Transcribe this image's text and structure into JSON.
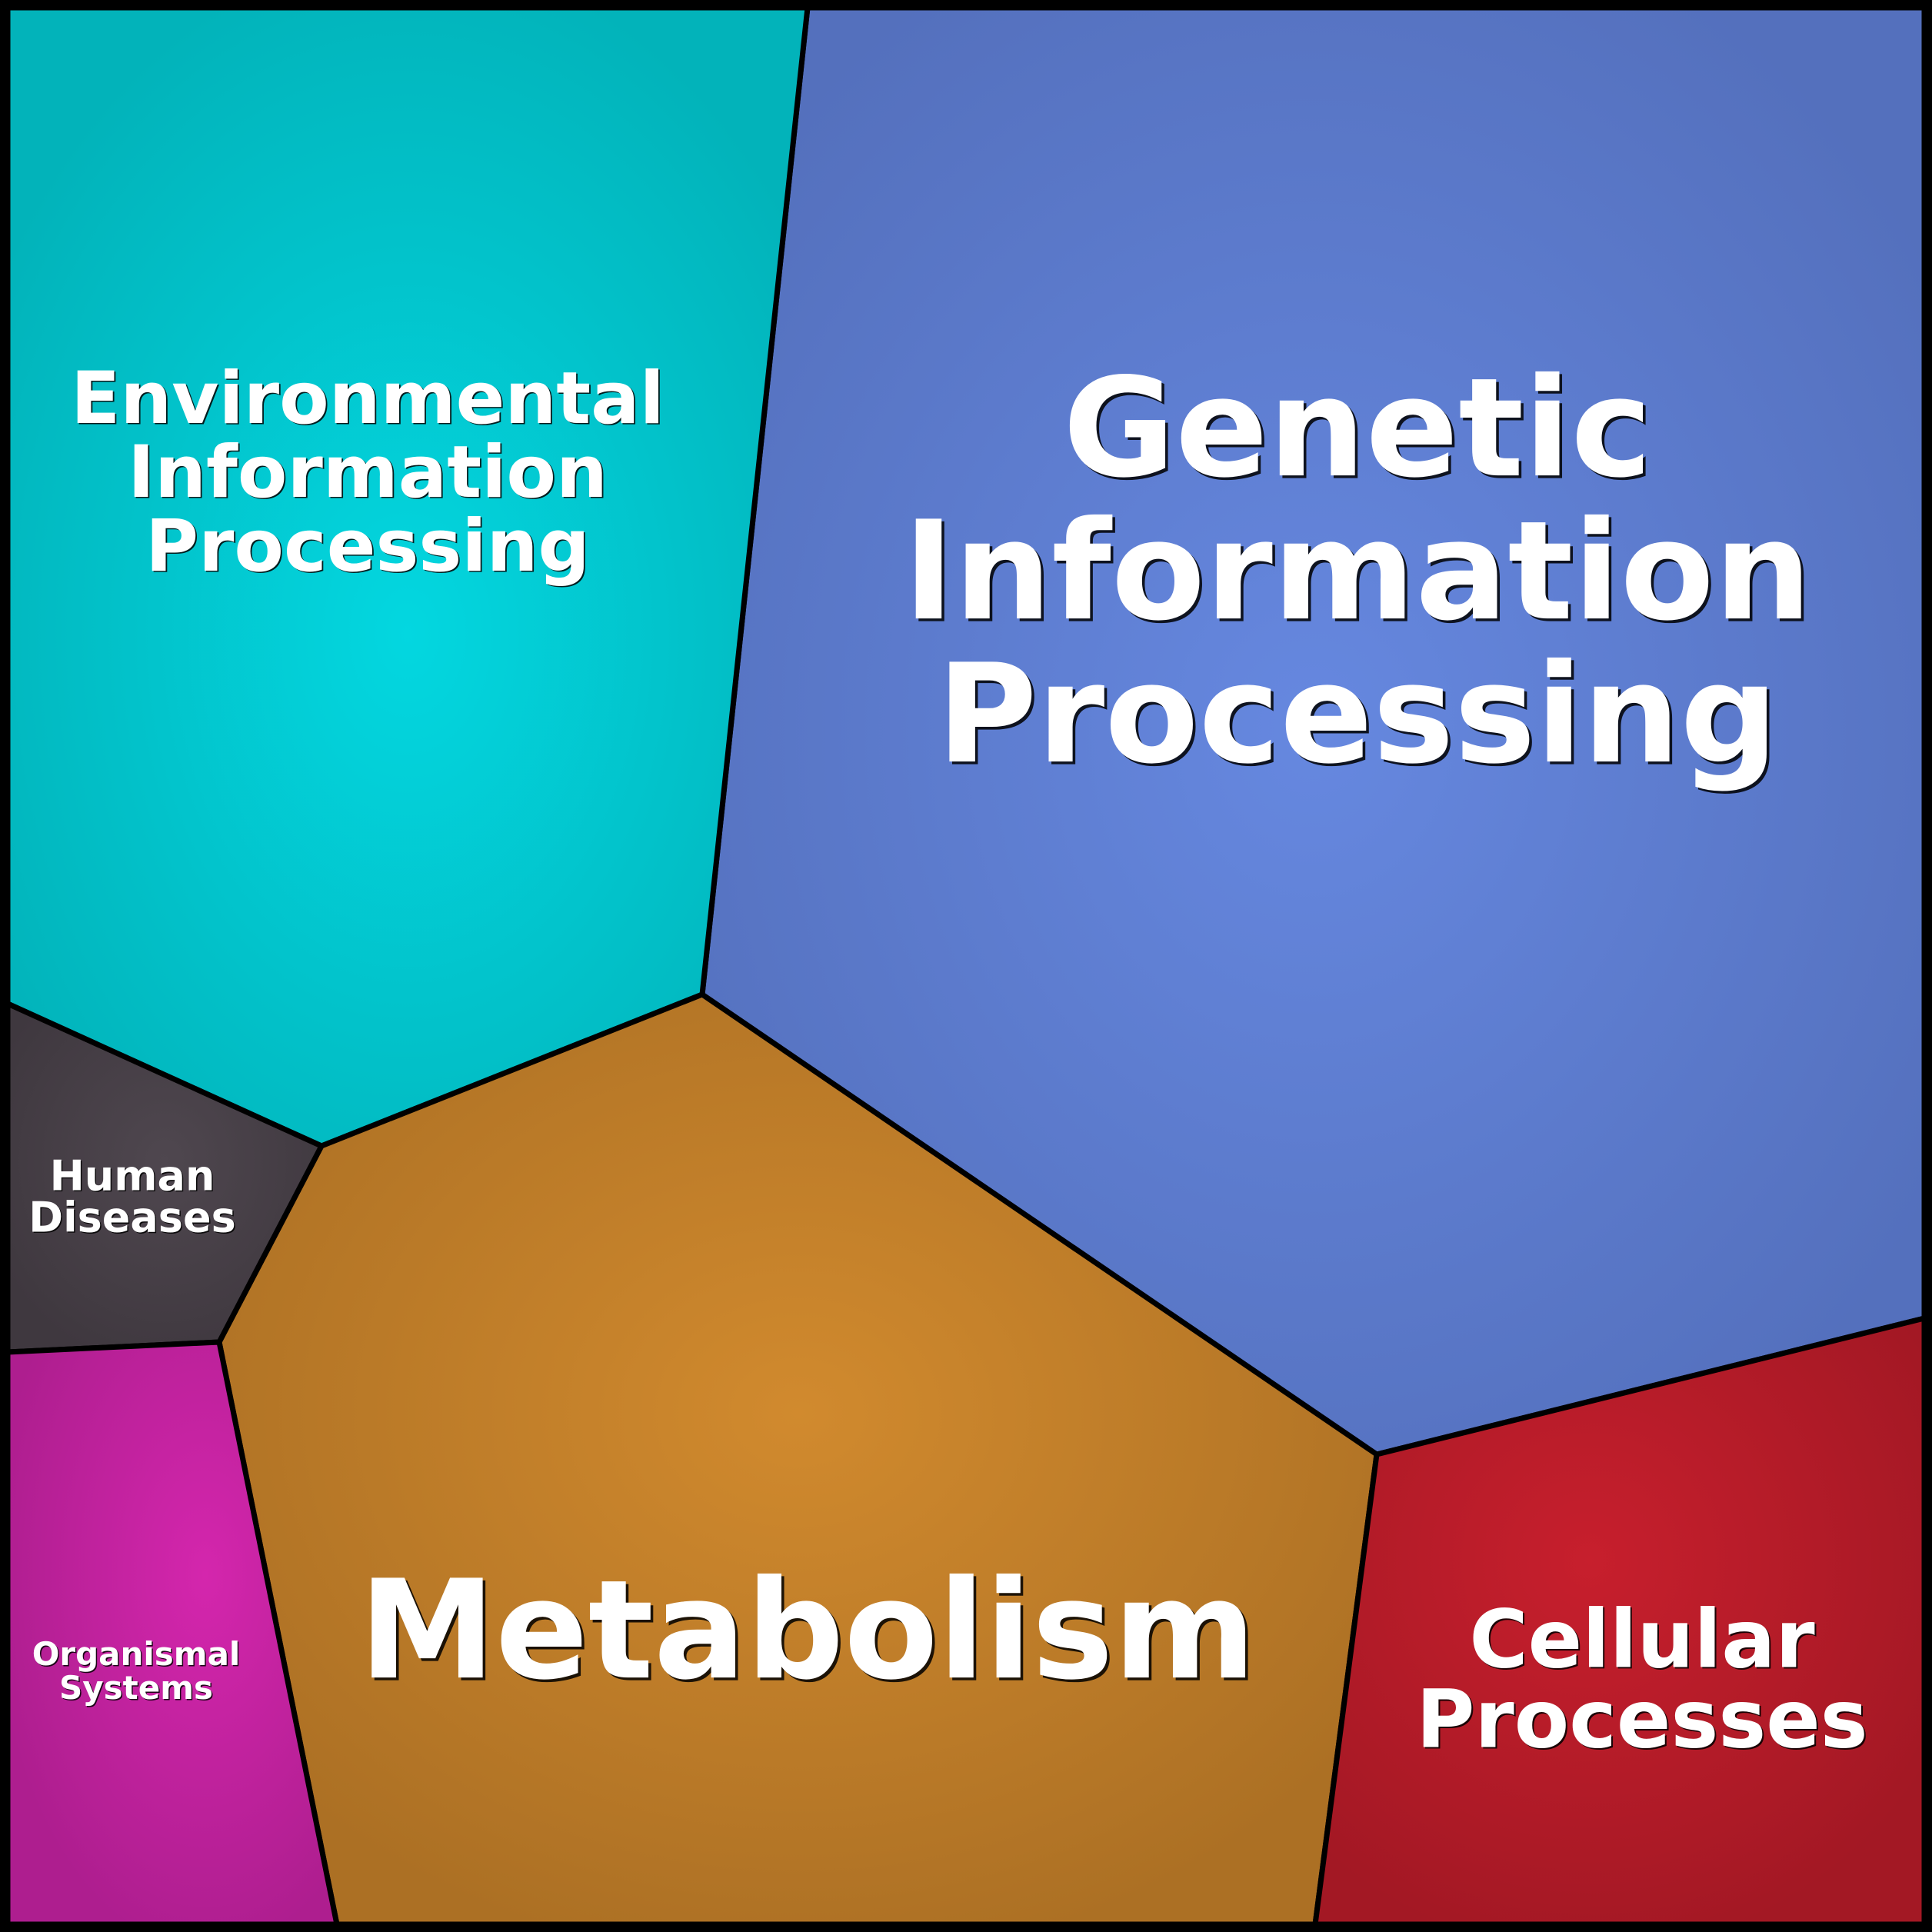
{
  "diagram": {
    "type": "voronoi-treemap",
    "categories": [
      {
        "id": "genetic",
        "label_lines": [
          "Genetic",
          "Information",
          "Processing"
        ],
        "color": "#6688e0",
        "edge_color": "#5470bd"
      },
      {
        "id": "environmental",
        "label_lines": [
          "Environmental",
          "Information",
          "Processing"
        ],
        "color": "#03d7e0",
        "edge_color": "#02b3ba"
      },
      {
        "id": "metabolism",
        "label_lines": [
          "Metabolism"
        ],
        "color": "#d18a2e",
        "edge_color": "#ac7024"
      },
      {
        "id": "cellular",
        "label_lines": [
          "Cellular",
          "Processes"
        ],
        "color": "#c71f2d",
        "edge_color": "#a31824"
      },
      {
        "id": "human-diseases",
        "label_lines": [
          "Human",
          "Diseases"
        ],
        "color": "#4f474f",
        "edge_color": "#3f383f"
      },
      {
        "id": "organismal",
        "label_lines": [
          "Organismal",
          "Systems"
        ],
        "color": "#d426ad",
        "edge_color": "#ae1e8f"
      }
    ]
  }
}
